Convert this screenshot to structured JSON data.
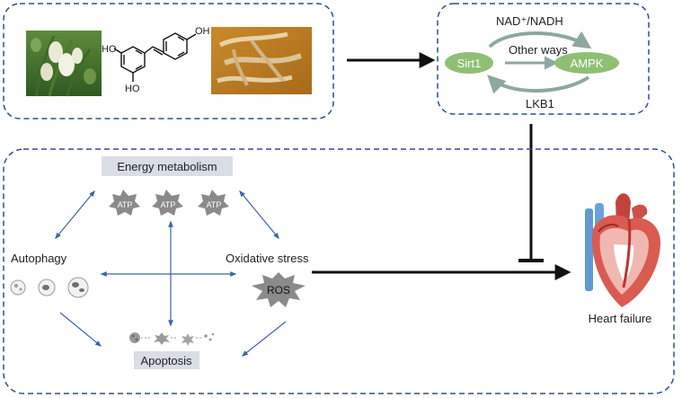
{
  "pathway": {
    "cofactor_label": "NAD⁺/NADH",
    "middle_label": "Other ways",
    "kinase_label": "LKB1",
    "sirt1_label": "Sirt1",
    "ampk_label": "AMPK"
  },
  "compound": {
    "oh_top": "OH",
    "oh_left": "HO",
    "oh_bottom": "HO"
  },
  "mechanisms": {
    "energy_label": "Energy metabolism",
    "atp_label": "ATP",
    "autophagy_label": "Autophagy",
    "oxidative_label": "Oxidative stress",
    "ros_label": "ROS",
    "apoptosis_label": "Apoptosis"
  },
  "outcome": {
    "heart_label": "Heart failure"
  },
  "colors": {
    "dashed_border": "#2e4f8f",
    "ellipse_fill": "#8fbf74",
    "label_box": "#d9dde6",
    "arrow_blue": "#3e63a8",
    "gray_shape": "#8a8a8a",
    "black": "#111111"
  }
}
